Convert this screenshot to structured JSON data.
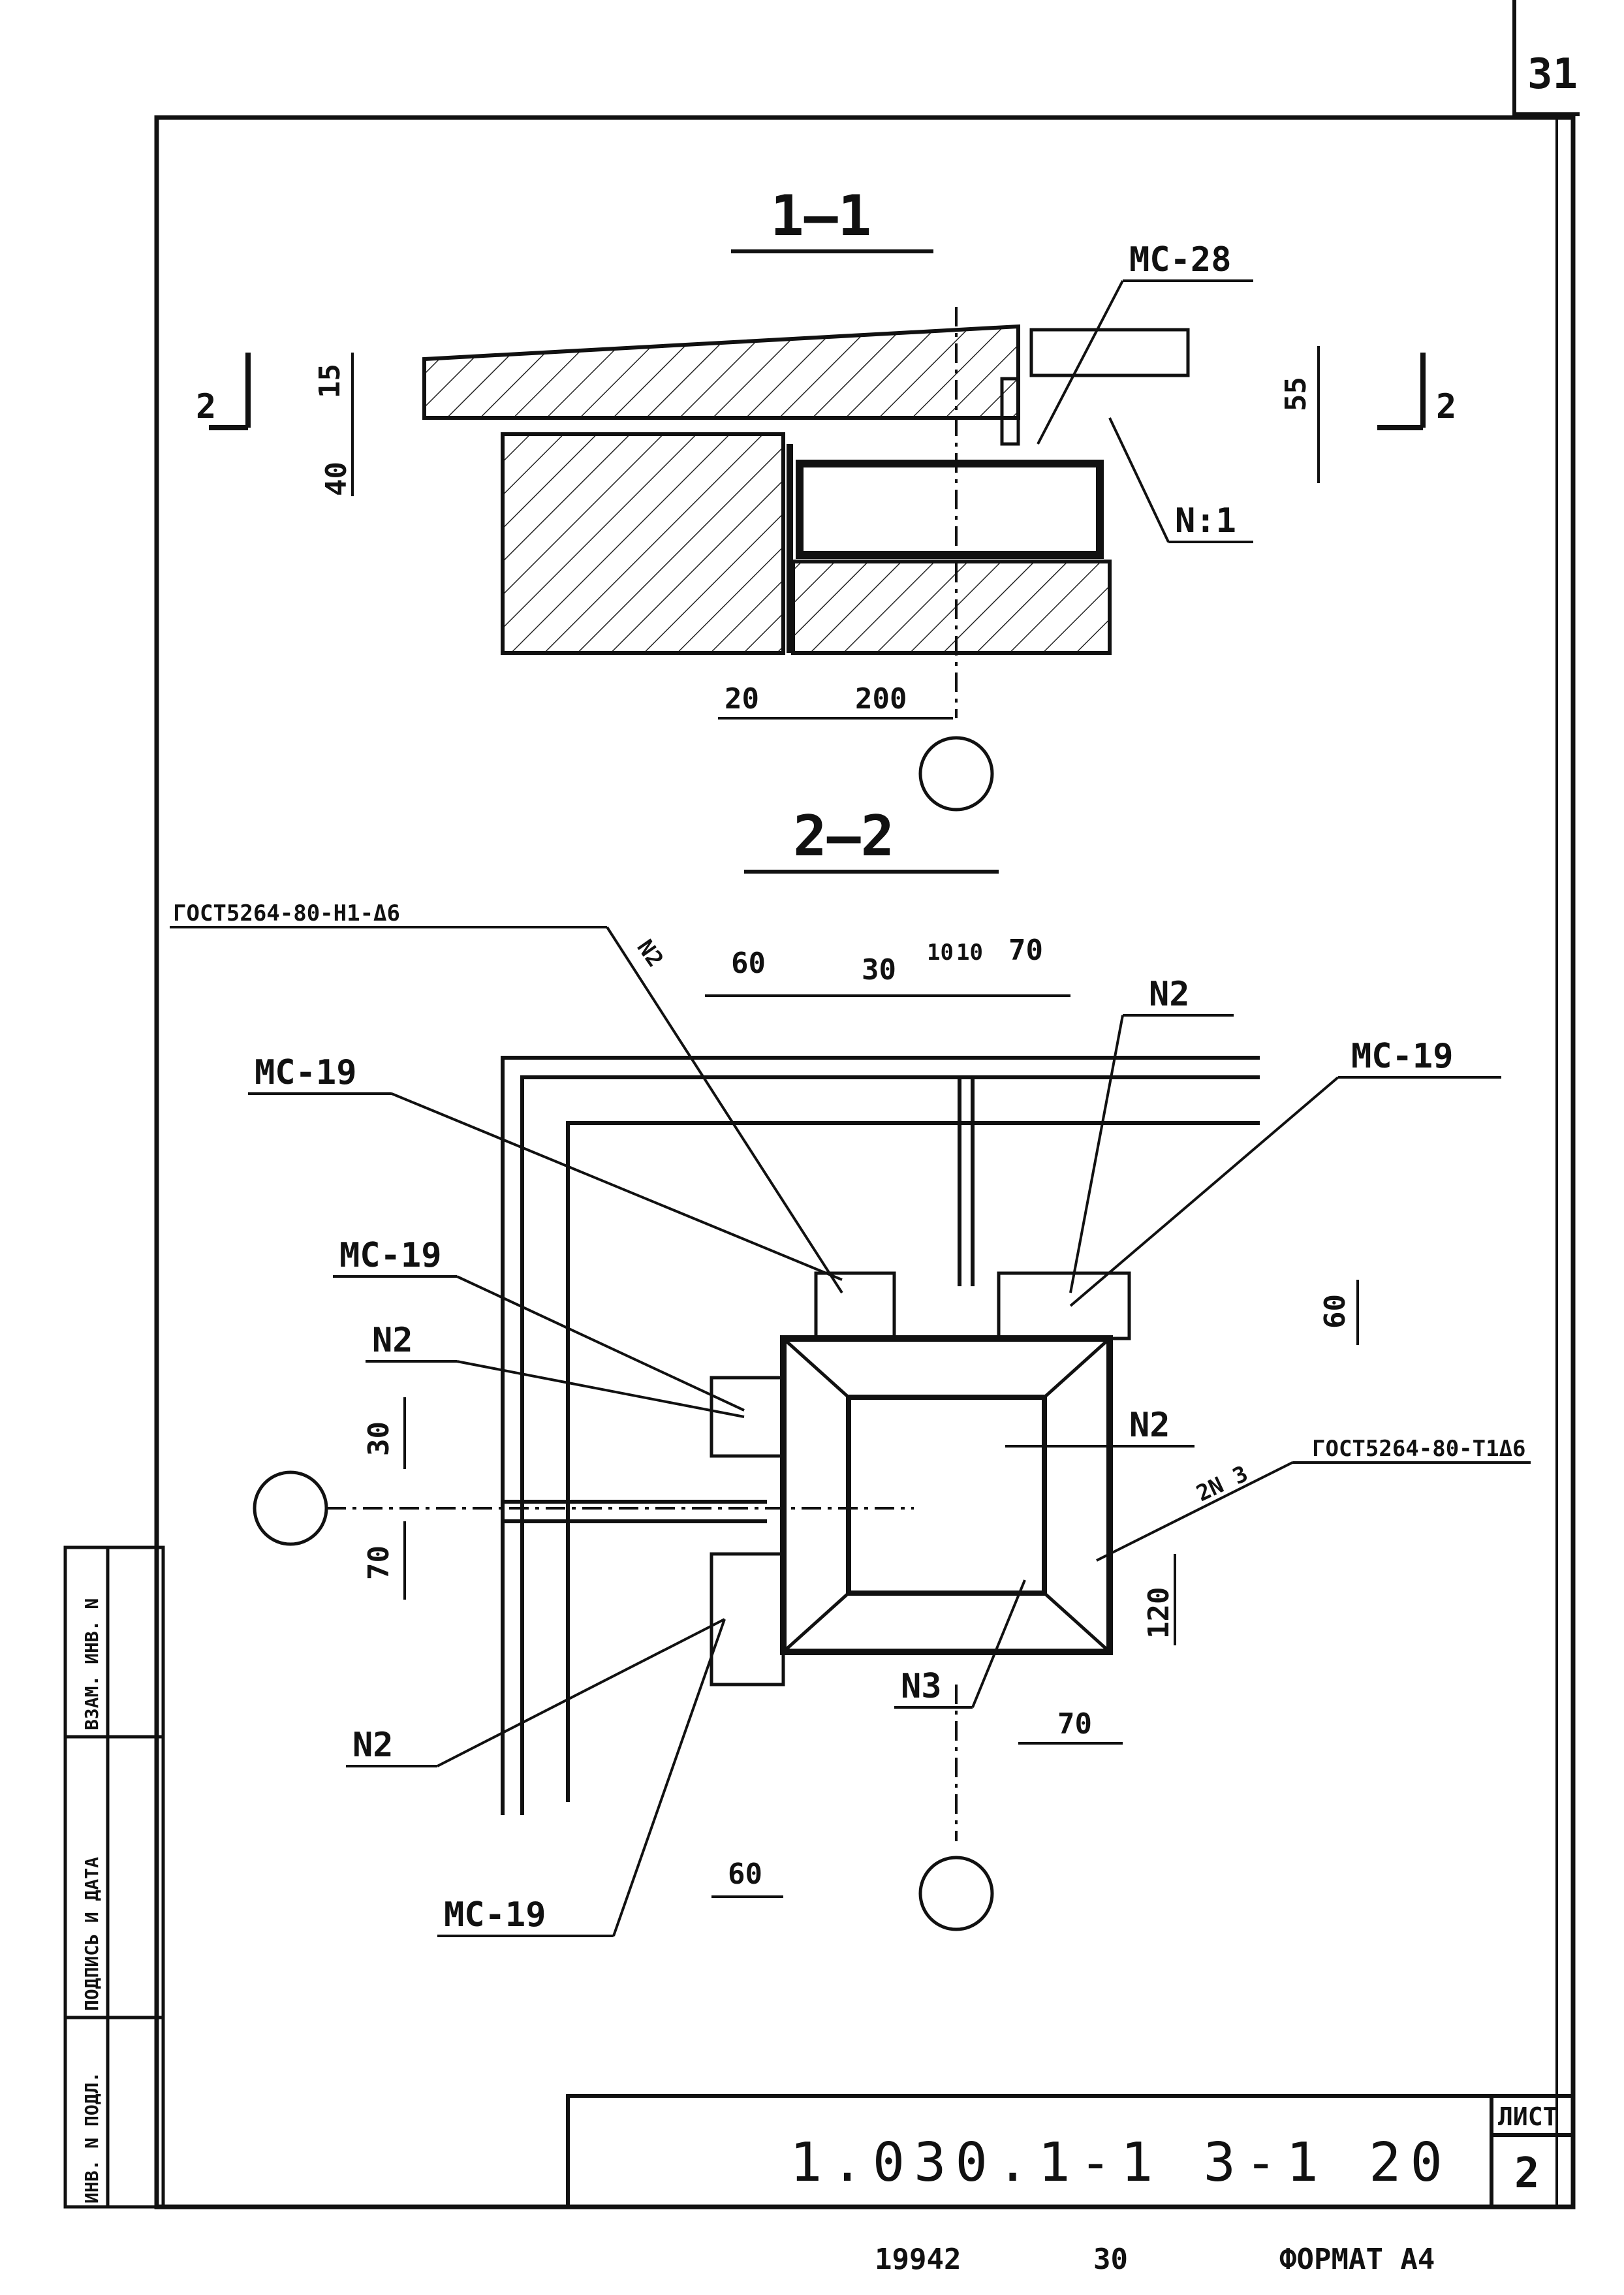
{
  "sheet_number": "31",
  "section_1": {
    "title": "1—1",
    "cut_mark": "2",
    "labels": {
      "ms28": "МС-28",
      "n1": "N:1"
    },
    "dims": {
      "d15": "15",
      "d40": "40",
      "d55": "55",
      "d20": "20",
      "d200": "200"
    }
  },
  "section_2": {
    "title": "2—2",
    "labels": {
      "gost_top": "ГОСТ5264-80-Н1-Δ6",
      "gost_right": "ГОСТ5264-80-Т1Δ6",
      "ms19": "МС-19",
      "n2": "N2",
      "n3": "N3",
      "n2_diag": "N2",
      "two_n3": "2N 3"
    },
    "dims": {
      "d60": "60",
      "d30": "30",
      "d10": "10",
      "d70": "70",
      "d120": "120"
    }
  },
  "stamp": {
    "columns": [
      "ИНВ. N ПОДЛ.",
      "ПОДПИСЬ И ДАТА",
      "ВЗАМ. ИНВ. N"
    ]
  },
  "title_block": {
    "code": "1.030.1-1   3-1   20",
    "sheet_label": "ЛИСТ",
    "sheet_value": "2"
  },
  "footer": {
    "order_number": "19942",
    "copies": "30",
    "format": "ФОРМАТ А4"
  }
}
